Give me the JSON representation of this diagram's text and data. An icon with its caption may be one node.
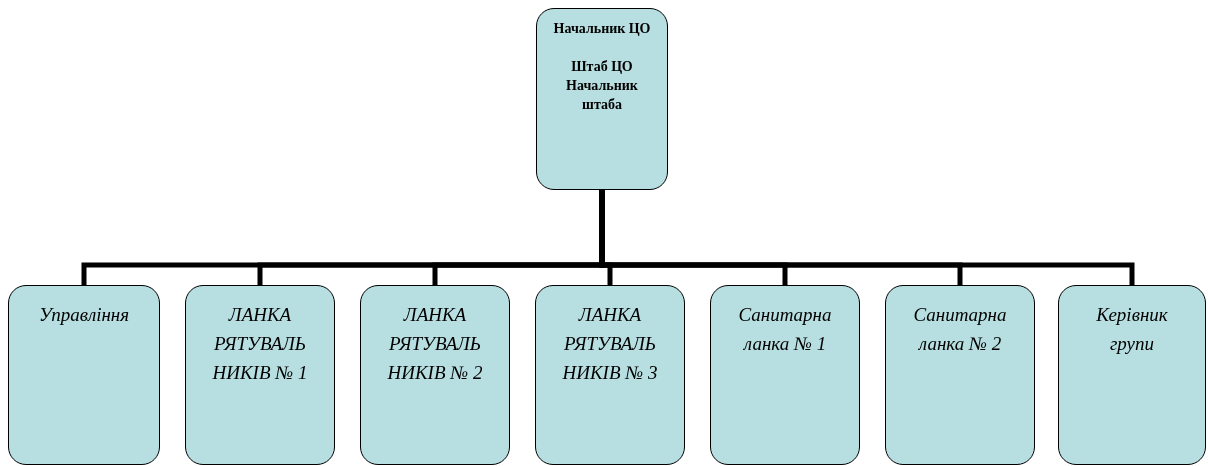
{
  "diagram": {
    "nodes": [
      {
        "text": [
          "Начальник ЦО",
          "Штаб ЦО",
          "Начальник штаба"
        ]
      },
      {
        "text": [
          "Управління"
        ]
      },
      {
        "text": [
          "ЛАНКА РЯТУВАЛЬ НИКІВ № 1"
        ]
      },
      {
        "text": [
          "ЛАНКА РЯТУВАЛЬ НИКІВ № 2"
        ]
      },
      {
        "text": [
          "ЛАНКА РЯТУВАЛЬ НИКІВ № 3"
        ]
      },
      {
        "text": [
          "Санитарна ланка № 1"
        ]
      },
      {
        "text": [
          "Санитарна ланка № 2"
        ]
      },
      {
        "text": [
          "Керівник групи"
        ]
      }
    ],
    "edges": [
      {
        "from": 0,
        "to": 1,
        "arrow": "none"
      },
      {
        "from": 0,
        "to": 2,
        "arrow": "none"
      },
      {
        "from": 0,
        "to": 3,
        "arrow": "none"
      },
      {
        "from": 0,
        "to": 4,
        "arrow": "none"
      },
      {
        "from": 0,
        "to": 5,
        "arrow": "none"
      },
      {
        "from": 0,
        "to": 6,
        "arrow": "none"
      },
      {
        "from": 0,
        "to": 7,
        "arrow": "none"
      }
    ]
  }
}
